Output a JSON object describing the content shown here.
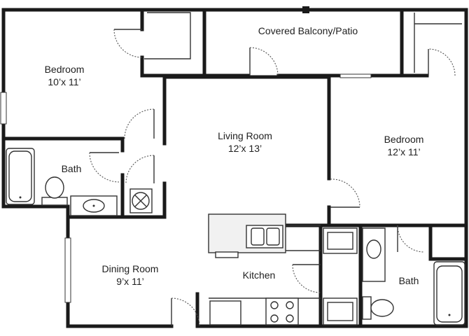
{
  "rooms": {
    "bedroom1": {
      "name": "Bedroom",
      "size": "10’x 11’"
    },
    "balcony": {
      "name": "Covered Balcony/Patio"
    },
    "living": {
      "name": "Living Room",
      "size": "12’x 13’"
    },
    "bedroom2": {
      "name": "Bedroom",
      "size": "12’x 11’"
    },
    "bath1": {
      "name": "Bath"
    },
    "dining": {
      "name": "Dining Room",
      "size": "9’x 11’"
    },
    "kitchen": {
      "name": "Kitchen"
    },
    "bath2": {
      "name": "Bath"
    }
  },
  "colors": {
    "wall": "#1a1a1a",
    "line": "#333333",
    "background": "#ffffff"
  }
}
